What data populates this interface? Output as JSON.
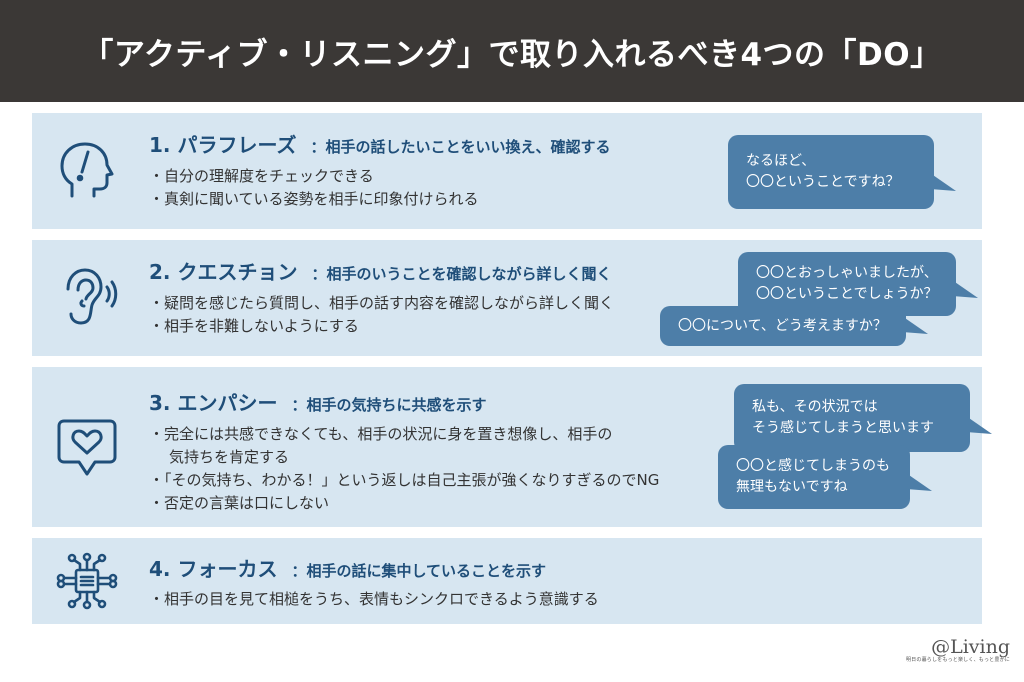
{
  "header": {
    "title": "「アクティブ・リスニング」で取り入れるべき4つの「DO」"
  },
  "items": [
    {
      "icon": "head-exclamation-icon",
      "name": "1. パラフレーズ",
      "desc": "：相手の話したいことをいい換え、確認する",
      "bullets": [
        [
          "・自分の理解度をチェックできる"
        ],
        [
          "・真剣に聞いている姿勢を相手に印象付けられる"
        ]
      ],
      "bubbles": [
        {
          "lines": [
            "なるほど、",
            "〇〇ということですね？"
          ]
        }
      ]
    },
    {
      "icon": "ear-sound-icon",
      "name": "2. クエスチョン",
      "desc": "：相手のいうことを確認しながら詳しく聞く",
      "bullets": [
        [
          "・疑問を感じたら質問し、相手の話す内容を確認しながら詳しく聞く"
        ],
        [
          "・相手を非難しないようにする"
        ]
      ],
      "bubbles": [
        {
          "lines": [
            "〇〇とおっしゃいましたが、",
            "〇〇ということでしょうか？"
          ]
        },
        {
          "lines": [
            "〇〇について、どう考えますか？"
          ]
        }
      ]
    },
    {
      "icon": "heart-speech-bubble-icon",
      "name": "3. エンパシー",
      "desc": "：相手の気持ちに共感を示す",
      "bullets": [
        [
          "・完全には共感できなくても、相手の状況に身を置き想像し、相手の",
          "気持ちを肯定する"
        ],
        [
          "・「その気持ち、わかる！」という返しは自己主張が強くなりすぎるのでNG"
        ],
        [
          "・否定の言葉は口にしない"
        ]
      ],
      "bubbles": [
        {
          "lines": [
            "私も、その状況では",
            "そう感じてしまうと思います"
          ]
        },
        {
          "lines": [
            "〇〇と感じてしまうのも",
            "無理もないですね"
          ]
        }
      ]
    },
    {
      "icon": "focus-network-icon",
      "name": "4. フォーカス",
      "desc": "：相手の話に集中していることを示す",
      "bullets": [
        [
          "・相手の目を見て相槌をうち、表情もシンクロできるよう意識する"
        ]
      ],
      "bubbles": []
    }
  ],
  "logo": {
    "text": "@Living",
    "sub": "明日の暮らしをもっと楽しく、もっと豊かに"
  },
  "colors": {
    "header_bg": "#3b3836",
    "card_bg": "#d7e6f1",
    "title": "#1f4e79",
    "bubble": "#4d7ea8"
  }
}
